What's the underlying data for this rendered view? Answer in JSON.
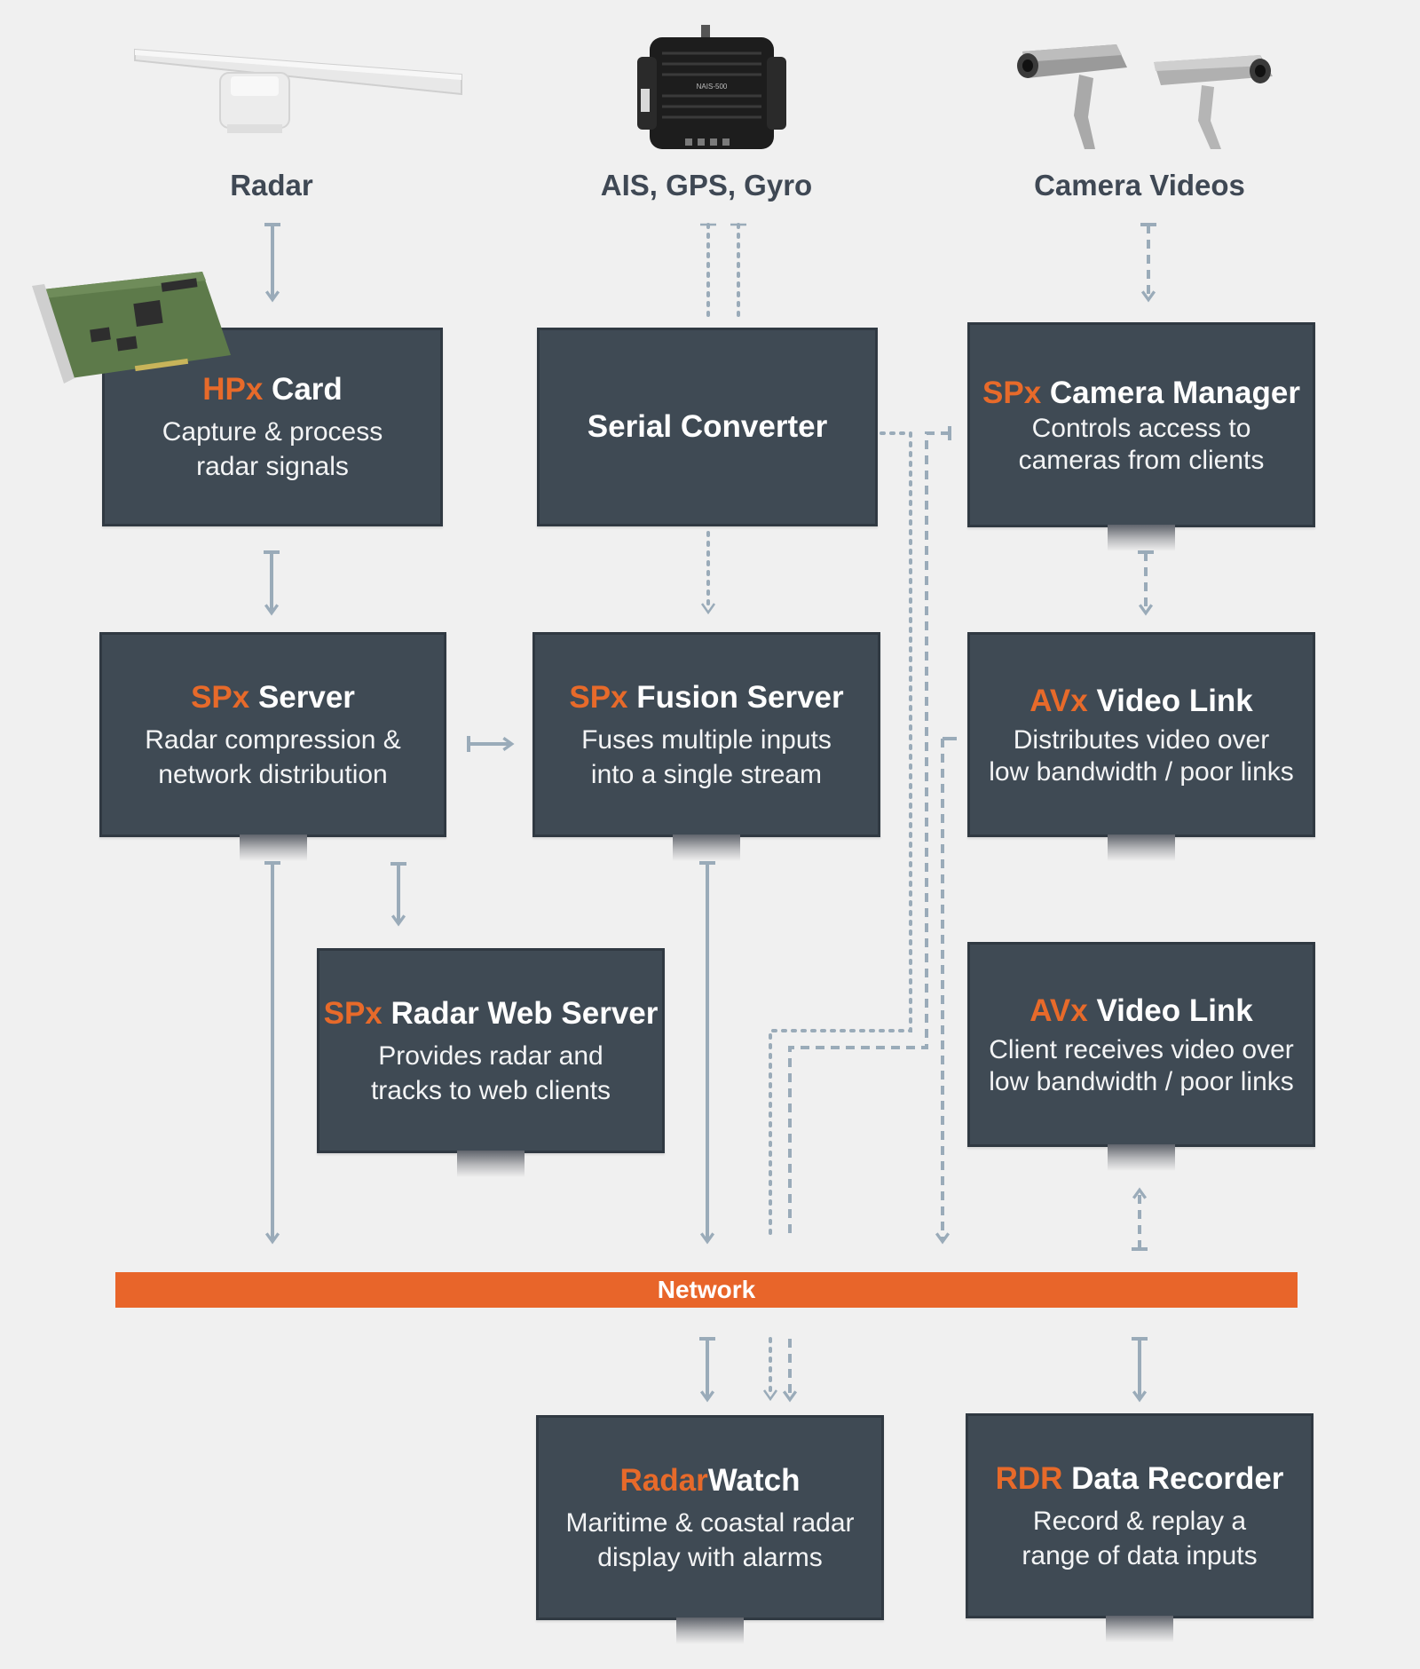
{
  "sources": {
    "radar": {
      "label": "Radar"
    },
    "ais": {
      "label": "AIS, GPS, Gyro",
      "device_text": "NAIS-500"
    },
    "camera": {
      "label": "Camera Videos"
    }
  },
  "nodes": {
    "hpx_card": {
      "brand": "HPx",
      "name": " Card",
      "lines": [
        "Capture & process",
        "radar signals"
      ]
    },
    "serial_converter": {
      "brand": "",
      "name": "Serial Converter",
      "lines": []
    },
    "spx_camera_manager": {
      "brand": "SPx",
      "name": " Camera Manager",
      "lines": [
        "Controls access to",
        "cameras from clients"
      ]
    },
    "spx_server": {
      "brand": "SPx",
      "name": " Server",
      "lines": [
        "Radar compression &",
        "network distribution"
      ]
    },
    "spx_fusion_server": {
      "brand": "SPx",
      "name": " Fusion Server",
      "lines": [
        "Fuses multiple inputs",
        "into a single stream"
      ]
    },
    "avx_video_link_1": {
      "brand": "AVx",
      "name": " Video Link",
      "lines": [
        "Distributes video over",
        "low bandwidth / poor links"
      ]
    },
    "spx_radar_web_server": {
      "brand": "SPx",
      "name": " Radar Web Server",
      "lines": [
        "Provides radar and",
        "tracks to web clients"
      ]
    },
    "avx_video_link_2": {
      "brand": "AVx",
      "name": " Video Link",
      "lines": [
        "Client receives video over",
        "low bandwidth / poor links"
      ]
    },
    "radarwatch": {
      "brand": "Radar",
      "name": "Watch",
      "lines": [
        "Maritime & coastal radar",
        "display with alarms"
      ]
    },
    "rdr_data_recorder": {
      "brand": "RDR",
      "name": " Data Recorder",
      "lines": [
        "Record & replay a",
        "range of data inputs"
      ]
    }
  },
  "network": {
    "label": "Network"
  },
  "colors": {
    "background": "#f0f0f0",
    "box": "#3f4a54",
    "brand_accent": "#e76a2a",
    "network": "#e8652a",
    "connector": "#9aabb9",
    "label": "#3f4854"
  }
}
